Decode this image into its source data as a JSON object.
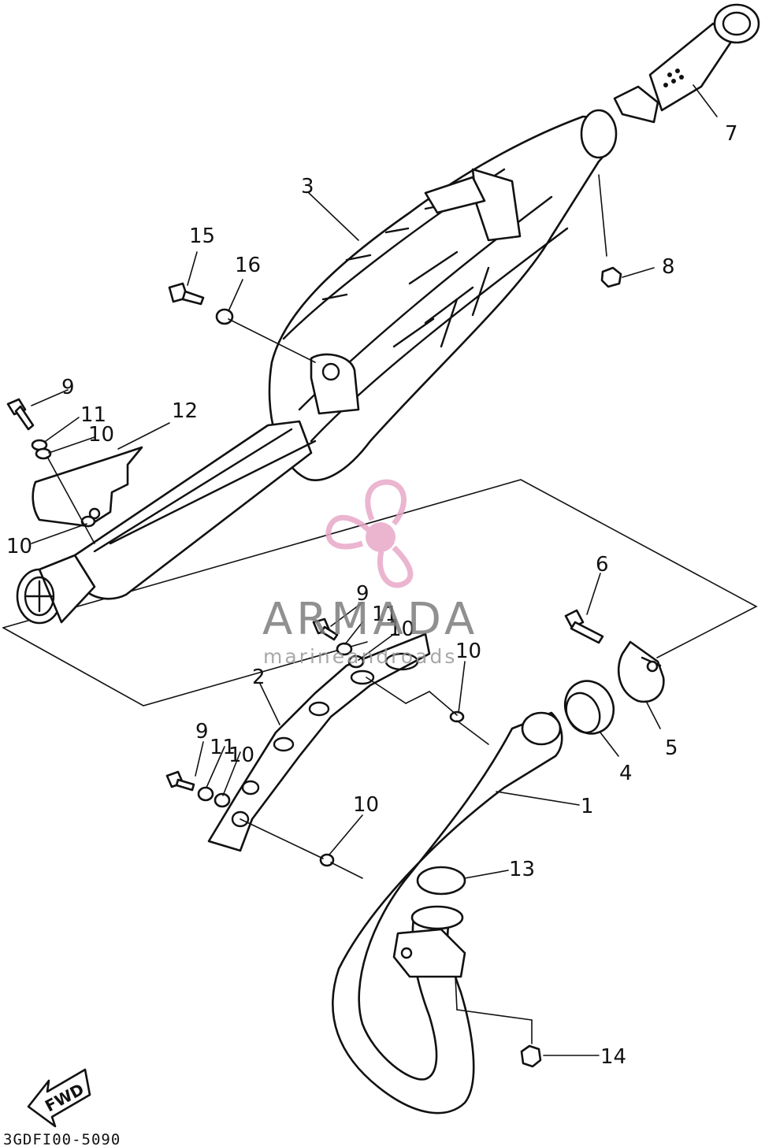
{
  "diagram": {
    "code": "3GDFI00-5090",
    "fwd_label": "FWD",
    "callouts": [
      {
        "id": "c1",
        "label": "1"
      },
      {
        "id": "c2",
        "label": "2"
      },
      {
        "id": "c3",
        "label": "3"
      },
      {
        "id": "c4",
        "label": "4"
      },
      {
        "id": "c5",
        "label": "5"
      },
      {
        "id": "c6",
        "label": "6"
      },
      {
        "id": "c7",
        "label": "7"
      },
      {
        "id": "c8",
        "label": "8"
      },
      {
        "id": "c9a",
        "label": "9"
      },
      {
        "id": "c9b",
        "label": "9"
      },
      {
        "id": "c9c",
        "label": "9"
      },
      {
        "id": "c10a",
        "label": "10"
      },
      {
        "id": "c10b",
        "label": "10"
      },
      {
        "id": "c10c",
        "label": "10"
      },
      {
        "id": "c10d",
        "label": "10"
      },
      {
        "id": "c10e",
        "label": "10"
      },
      {
        "id": "c10f",
        "label": "10"
      },
      {
        "id": "c11a",
        "label": "11"
      },
      {
        "id": "c11b",
        "label": "11"
      },
      {
        "id": "c11c",
        "label": "11"
      },
      {
        "id": "c12",
        "label": "12"
      },
      {
        "id": "c13",
        "label": "13"
      },
      {
        "id": "c14",
        "label": "14"
      },
      {
        "id": "c15",
        "label": "15"
      },
      {
        "id": "c16",
        "label": "16"
      }
    ]
  },
  "watermark": {
    "brand": "ARMADA",
    "tagline": "marineandroads",
    "logo_color": "#e8a9c8"
  }
}
